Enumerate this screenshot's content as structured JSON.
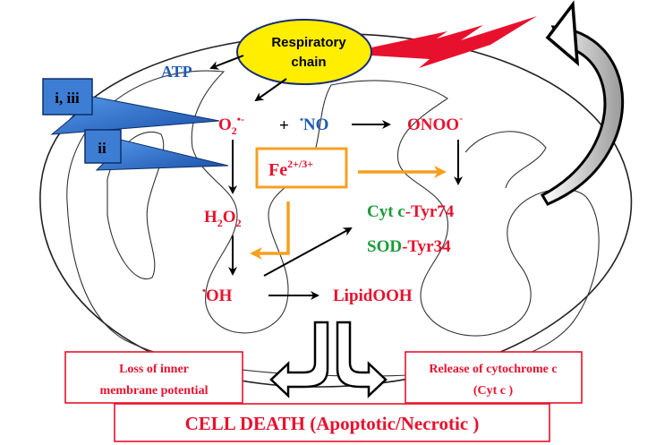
{
  "labels": {
    "respiratory_line1": "Respiratory",
    "respiratory_line2": "chain",
    "atp": "ATP",
    "box_i_iii": "i, iii",
    "box_ii": "ii",
    "superoxide_base": "O",
    "superoxide_sub": "2",
    "superoxide_sup": "•-",
    "plus": "+",
    "no_dot": "•",
    "no": "NO",
    "peroxynitrite": "ONOO",
    "peroxynitrite_sup": "-",
    "fe_base": "Fe",
    "fe_sup": "2+/3+",
    "h2o2_h": "H",
    "h2o2_sub1": "2",
    "h2o2_o": "O",
    "h2o2_sub2": "2",
    "cytc_green": "Cyt c",
    "cytc_red": "-Tyr74",
    "sod_green": "SOD",
    "sod_red": "-Tyr34",
    "oh_dot": "•",
    "oh": "OH",
    "lipidooh": "LipidOOH",
    "loss_line1": "Loss of inner",
    "loss_line2": "membrane  potential",
    "release_line1": "Release of cytochrome  c",
    "release_line2": "(Cyt  c )",
    "cell_death": "CELL DEATH (Apoptotic/Necrotic )"
  },
  "colors": {
    "red": "#e8112d",
    "blue": "#1f5bb5",
    "green": "#1a9b3a",
    "orange": "#f5a020",
    "yellow": "#ffee00",
    "box_blue": "#3d7ed4"
  }
}
